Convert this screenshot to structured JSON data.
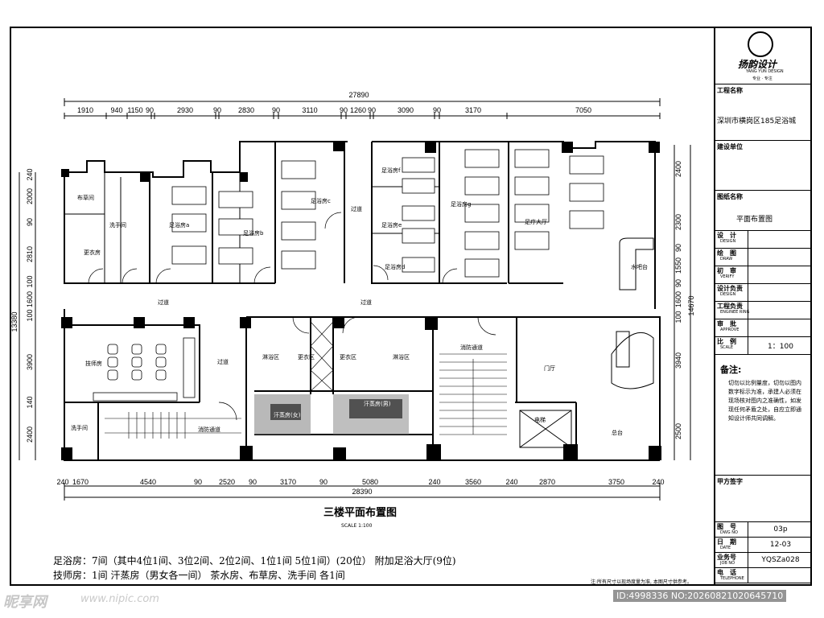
{
  "title_block": {
    "logo_text": "扬韵设计",
    "logo_sub": "YANG YUN DESIGN",
    "logo_tag": "专业 · 专注",
    "project_name_label": "工程名称",
    "project_name": "深圳市横岗区185足浴城",
    "client_label": "建设单位",
    "drawing_name_label": "图纸名称",
    "drawing_name": "平面布置图",
    "rows": [
      {
        "cn": "设　计",
        "en": "DESIGN",
        "value": ""
      },
      {
        "cn": "绘　图",
        "en": "DRAW",
        "value": ""
      },
      {
        "cn": "初　审",
        "en": "VERIFY",
        "value": ""
      },
      {
        "cn": "设计负责",
        "en": "DESIGN",
        "value": ""
      },
      {
        "cn": "工程负责",
        "en": "ENGINEE RING",
        "value": ""
      },
      {
        "cn": "审　批",
        "en": "APPROVE",
        "value": ""
      },
      {
        "cn": "比　例",
        "en": "SCALE",
        "value": "1：100"
      }
    ],
    "remarks_label": "备注:",
    "remarks_text": "切勿以比例量度，切勿以图内数字标示为准，承建人必须在现场核对图内之准确性，如发现任何矛盾之处，自应立即通知设计师共同调解。",
    "client_sign_label": "甲方签字",
    "bottom_rows": [
      {
        "cn": "图　号",
        "en": "DWG NO",
        "value": "03p"
      },
      {
        "cn": "日　期",
        "en": "DATE",
        "value": "12-03"
      },
      {
        "cn": "业务号",
        "en": "JOB NO",
        "value": "YQSZa028"
      },
      {
        "cn": "电　话",
        "en": "TELEPHONE",
        "value": ""
      }
    ]
  },
  "drawing": {
    "title": "三楼平面布置图",
    "scale": "SCALE 1:100",
    "overall_top": "27890",
    "overall_bottom": "28390",
    "overall_left": "13380",
    "overall_right": "14670",
    "top_dims": [
      "1910",
      "940",
      "1150",
      "90",
      "2930",
      "90",
      "2830",
      "90",
      "3110",
      "90",
      "1260",
      "90",
      "3090",
      "90",
      "3170",
      "7050"
    ],
    "bottom_dims": [
      "240",
      "1670",
      "4540",
      "90",
      "2520",
      "90",
      "3170",
      "90",
      "5080",
      "240",
      "3560",
      "240",
      "2870",
      "3750",
      "240"
    ],
    "left_dims": [
      "240",
      "2000",
      "90",
      "2810",
      "100",
      "1600",
      "100",
      "3900",
      "140",
      "2400"
    ],
    "right_dims": [
      "2400",
      "2300",
      "90",
      "1550",
      "90",
      "1600",
      "100",
      "3940",
      "2500"
    ],
    "rooms": {
      "r1": "布草间",
      "r2": "洗手间",
      "r3": "更衣房",
      "r4": "足浴房a",
      "r5": "足浴房b",
      "r6": "足浴房c",
      "r7": "足浴房f",
      "r8": "足浴房e",
      "r9": "足浴房d",
      "r10": "足浴房g",
      "r11": "足疗大厅",
      "r12": "水吧台",
      "r13": "过道",
      "r14": "过道",
      "r15": "过道",
      "r16": "过道",
      "r17": "技师房",
      "r18": "洗手间",
      "r19": "消防通道",
      "r20": "淋浴区",
      "r21": "更衣区",
      "r22": "更衣区",
      "r23": "淋浴区",
      "r24": "汗蒸房(女)",
      "r25": "汗蒸房(男)",
      "r26": "消防通道",
      "r27": "门厅",
      "r28": "电梯",
      "r29": "总台"
    }
  },
  "notes": {
    "line1": "足浴房：7间（其中4位1间、3位2间、2位2间、1位1间  5位1间）(20位）  附加足浴大厅(9位)",
    "line2": "技师房：1间    汗蒸房（男女各一间）   茶水房、布草房、洗手间  各1间",
    "footnote": "注:所有尺寸以现场度量为准, 本图尺寸供参考。"
  },
  "watermark": {
    "logo": "昵享网",
    "url": "www.nipic.com",
    "id": "ID:4998336 NO:20260821020645710"
  }
}
